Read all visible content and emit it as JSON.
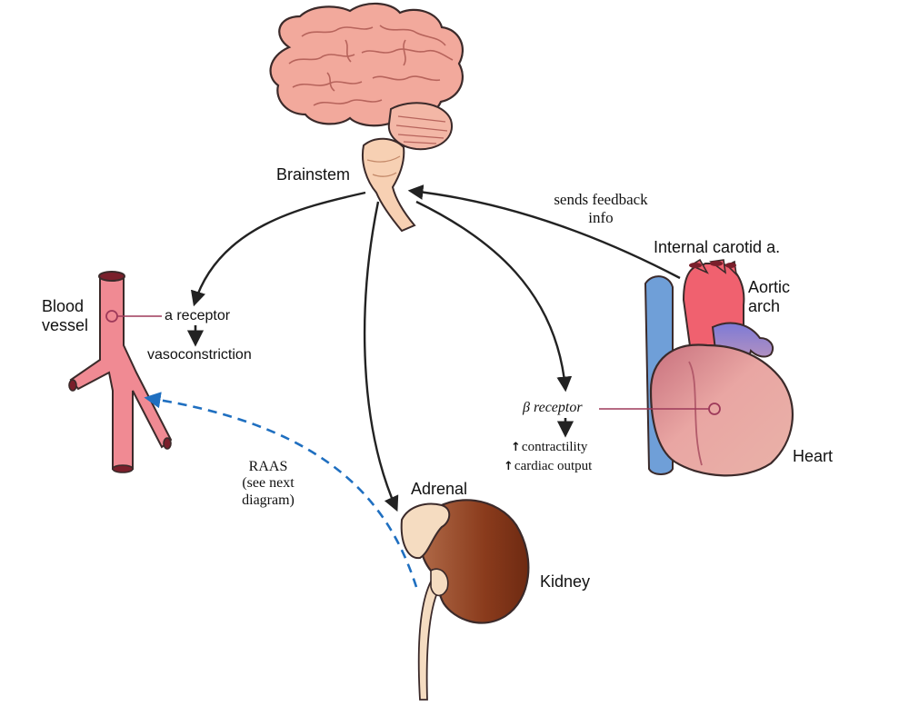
{
  "labels": {
    "brainstem": "Brainstem",
    "blood_vessel_line1": "Blood",
    "blood_vessel_line2": "vessel",
    "a_receptor": "a receptor",
    "vasoconstriction": "vasoconstriction",
    "sends_feedback_line1": "sends feedback",
    "sends_feedback_line2": "info",
    "internal_carotid": "Internal carotid a.",
    "aortic_line1": "Aortic",
    "aortic_line2": "arch",
    "beta_receptor": "β receptor",
    "contractility": "contractility",
    "cardiac_output": "cardiac output",
    "heart": "Heart",
    "raas_line1": "RAAS",
    "raas_line2": "(see next",
    "raas_line3": "diagram)",
    "adrenal": "Adrenal",
    "kidney": "Kidney"
  },
  "icons": {
    "up_arrow": "↑"
  },
  "colors": {
    "brain": "#f2a99c",
    "vessel": "#f08a93",
    "heart": "#e9a6a3",
    "aorta": "#f0616f",
    "vena_cava": "#6f9fd8",
    "kidney": "#8a3b1c",
    "adrenal": "#f5dcc1",
    "raas_arrow": "#1f6fc0",
    "pointer_line": "#9e3a5a"
  }
}
